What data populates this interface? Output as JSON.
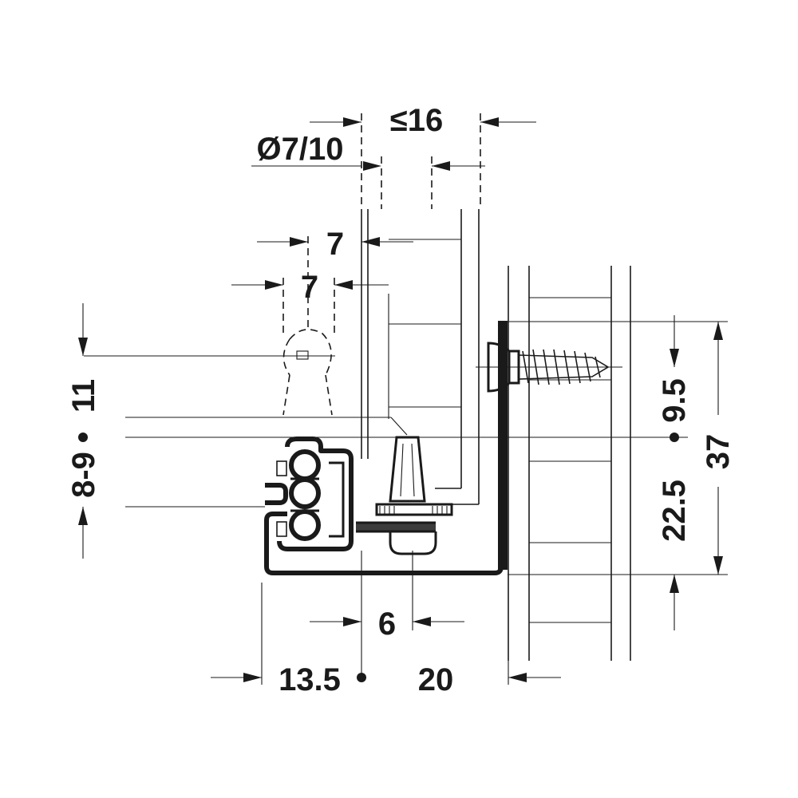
{
  "dimensions": {
    "top_le16": "≤16",
    "diameter": "Ø7/10",
    "seven_upper": "7",
    "seven_lower": "7",
    "eleven": "11",
    "eight_nine": "8-9",
    "nine_five": "9.5",
    "thirty_seven": "37",
    "twenty_two_five": "22.5",
    "six": "6",
    "thirteen_five": "13.5",
    "twenty": "20"
  },
  "colors": {
    "line": "#1a1a1a",
    "background": "#ffffff"
  }
}
